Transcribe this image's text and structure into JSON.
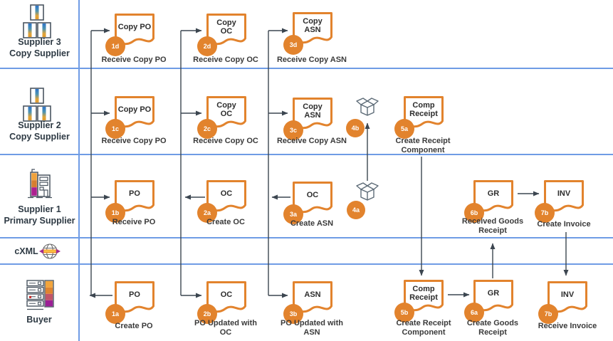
{
  "title": "Supply chain document flow diagram",
  "colors": {
    "accent_orange": "#e2832d",
    "lane_line_blue": "#6f9ce5",
    "connector_dark": "#3c4650",
    "doc_text": "#2d2d2d",
    "magenta_accent": "#a12b8f"
  },
  "lanes": [
    {
      "label": "Supplier 3\nCopy Supplier",
      "icon": "supplier-boxes-icon"
    },
    {
      "label": "Supplier 2\nCopy Supplier",
      "icon": "supplier-boxes-icon"
    },
    {
      "label": "Supplier 1\nPrimary Supplier",
      "icon": "factory-building-icon"
    },
    {
      "label": "cXML",
      "icon": "globe-icon"
    },
    {
      "label": "Buyer",
      "icon": "buyer-system-icon"
    }
  ],
  "docs": [
    {
      "badge": "1d",
      "title": "Copy PO",
      "caption": "Receive Copy PO"
    },
    {
      "badge": "2d",
      "title": "Copy\nOC",
      "caption": "Receive Copy OC"
    },
    {
      "badge": "3d",
      "title": "Copy\nASN",
      "caption": "Receive Copy ASN"
    },
    {
      "badge": "1c",
      "title": "Copy PO",
      "caption": "Receive Copy PO"
    },
    {
      "badge": "2c",
      "title": "Copy\nOC",
      "caption": "Receive Copy OC"
    },
    {
      "badge": "3c",
      "title": "Copy\nASN",
      "caption": "Receive Copy ASN"
    },
    {
      "badge": "5a",
      "title": "Comp\nReceipt",
      "caption": "Create Receipt\nComponent"
    },
    {
      "badge": "1b",
      "title": "PO",
      "caption": "Receive PO"
    },
    {
      "badge": "2a",
      "title": "OC",
      "caption": "Create OC"
    },
    {
      "badge": "3a",
      "title": "OC",
      "caption": "Create ASN"
    },
    {
      "badge": "6b",
      "title": "GR",
      "caption": "Received Goods\nReceipt"
    },
    {
      "badge": "7b",
      "title": "INV",
      "caption": "Create Invoice"
    },
    {
      "badge": "1a",
      "title": "PO",
      "caption": "Create PO"
    },
    {
      "badge": "2b",
      "title": "OC",
      "caption": "PO Updated with\nOC"
    },
    {
      "badge": "3b",
      "title": "ASN",
      "caption": "PO Updated with\nASN"
    },
    {
      "badge": "5b",
      "title": "Comp\nReceipt",
      "caption": "Create Receipt\nComponent"
    },
    {
      "badge": "6a",
      "title": "GR",
      "caption": "Create Goods\nReceipt"
    },
    {
      "badge": "7b",
      "title": "INV",
      "caption": "Receive Invoice"
    }
  ],
  "packages": [
    {
      "badge": "4a"
    },
    {
      "badge": "4b"
    }
  ]
}
